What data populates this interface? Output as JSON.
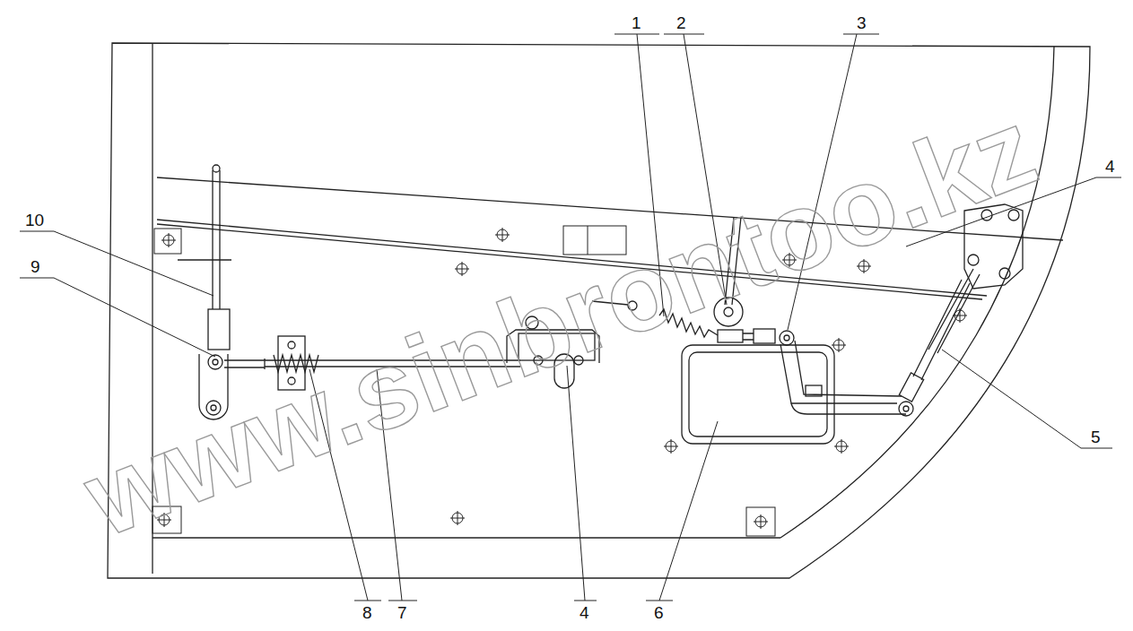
{
  "diagram": {
    "labels": [
      "1",
      "2",
      "3",
      "4",
      "10",
      "9",
      "5",
      "8",
      "7",
      "4",
      "6",
      "www.sinbrontoo.kz"
    ]
  }
}
